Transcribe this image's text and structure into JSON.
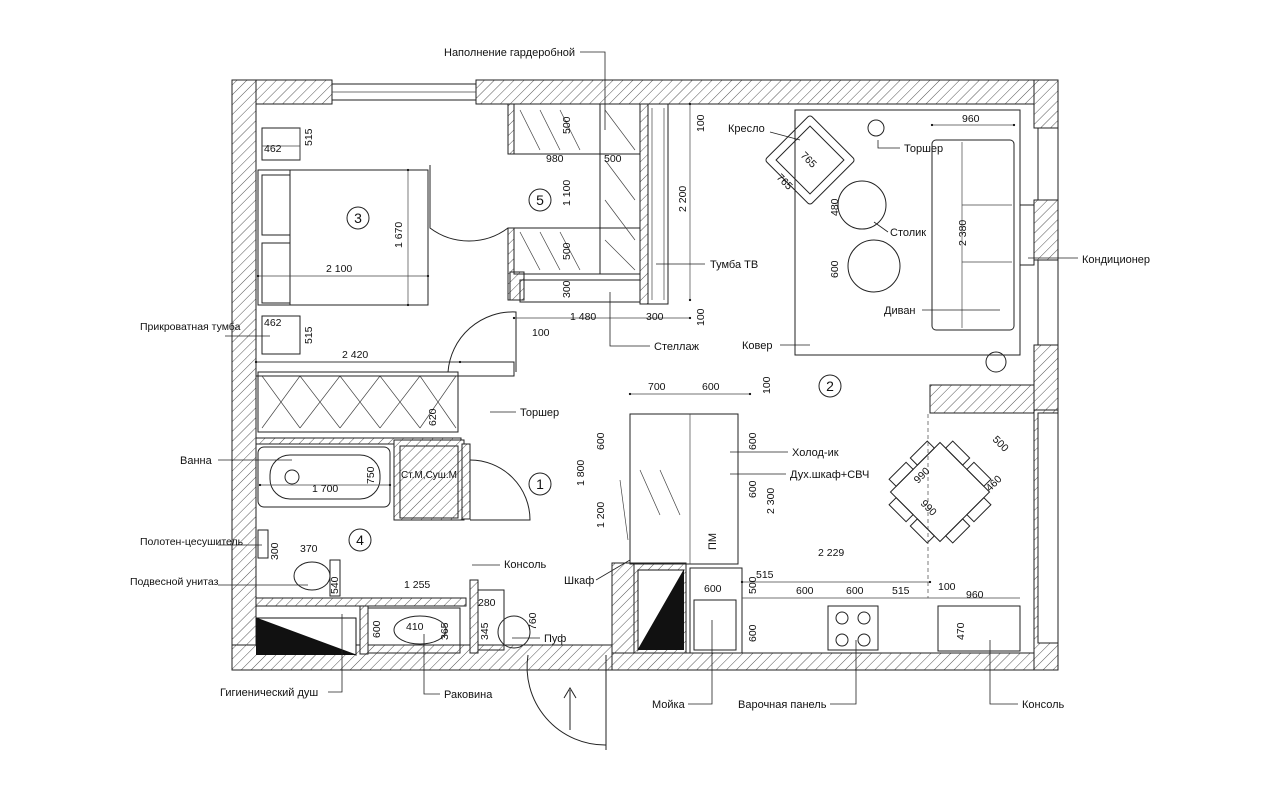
{
  "rooms": [
    "1",
    "2",
    "3",
    "4",
    "5"
  ],
  "labels": {
    "wardrobe_fill": "Наполнение гардеробной",
    "armchair": "Кресло",
    "floor_lamp_top": "Торшер",
    "side_table": "Столик",
    "tv_stand": "Тумба ТВ",
    "air_conditioner": "Кондиционер",
    "sofa": "Диван",
    "rack": "Стеллаж",
    "carpet": "Ковер",
    "nightstand": "Прикроватная тумба",
    "floor_lamp_hall": "Торшер",
    "bath": "Ванна",
    "towel_dryer": "Полотен-цесушитель",
    "wall_toilet": "Подвесной унитаз",
    "console_hall": "Консоль",
    "pouf": "Пуф",
    "wardrobe": "Шкаф",
    "fridge": "Холод-ик",
    "oven_microwave": "Дух.шкаф+СВЧ",
    "hygienic_shower": "Гигиенический душ",
    "sink": "Раковина",
    "kitchen_sink": "Мойка",
    "hob": "Варочная панель",
    "console_kitchen": "Консоль",
    "washer_dryer": "Ст.М,Суш.М",
    "dishwasher": "ПМ"
  },
  "dimensions": {
    "d462a": "462",
    "d515a": "515",
    "d2100": "2 100",
    "d1670": "1 670",
    "d462b": "462",
    "d515b": "515",
    "d2420": "2 420",
    "d620": "620",
    "d750": "750",
    "d1700": "1 700",
    "d300": "300",
    "d370": "370",
    "d540": "540",
    "d1255": "1 255",
    "d280": "280",
    "d760": "760",
    "d345": "345",
    "d410": "410",
    "d365": "365",
    "d600bath": "600",
    "d500a": "500",
    "d980": "980",
    "d500b": "500",
    "d1100": "1 100",
    "d500c": "500",
    "d300rack": "300",
    "d1480": "1 480",
    "d300b": "300",
    "d100a": "100",
    "d100b": "100",
    "d100c": "100",
    "d2200": "2 200",
    "d960a": "960",
    "d765a": "765",
    "d765b": "765",
    "d480": "480",
    "d600lr": "600",
    "d2380": "2 380",
    "d700": "700",
    "d600k1": "600",
    "d100k": "100",
    "d600k2": "600",
    "d600k3": "600",
    "d600k4": "600",
    "d1800": "1 800",
    "d1200": "1 200",
    "d2300": "2 300",
    "d2229": "2 229",
    "d500k": "500",
    "d515k": "515",
    "d600s": "600",
    "d600r1": "600",
    "d600r2": "600",
    "d515r": "515",
    "d100r": "100",
    "d960b": "960",
    "d470": "470",
    "d600kv": "600",
    "d500t": "500",
    "d990a": "990",
    "d990b": "990",
    "d460": "460"
  }
}
